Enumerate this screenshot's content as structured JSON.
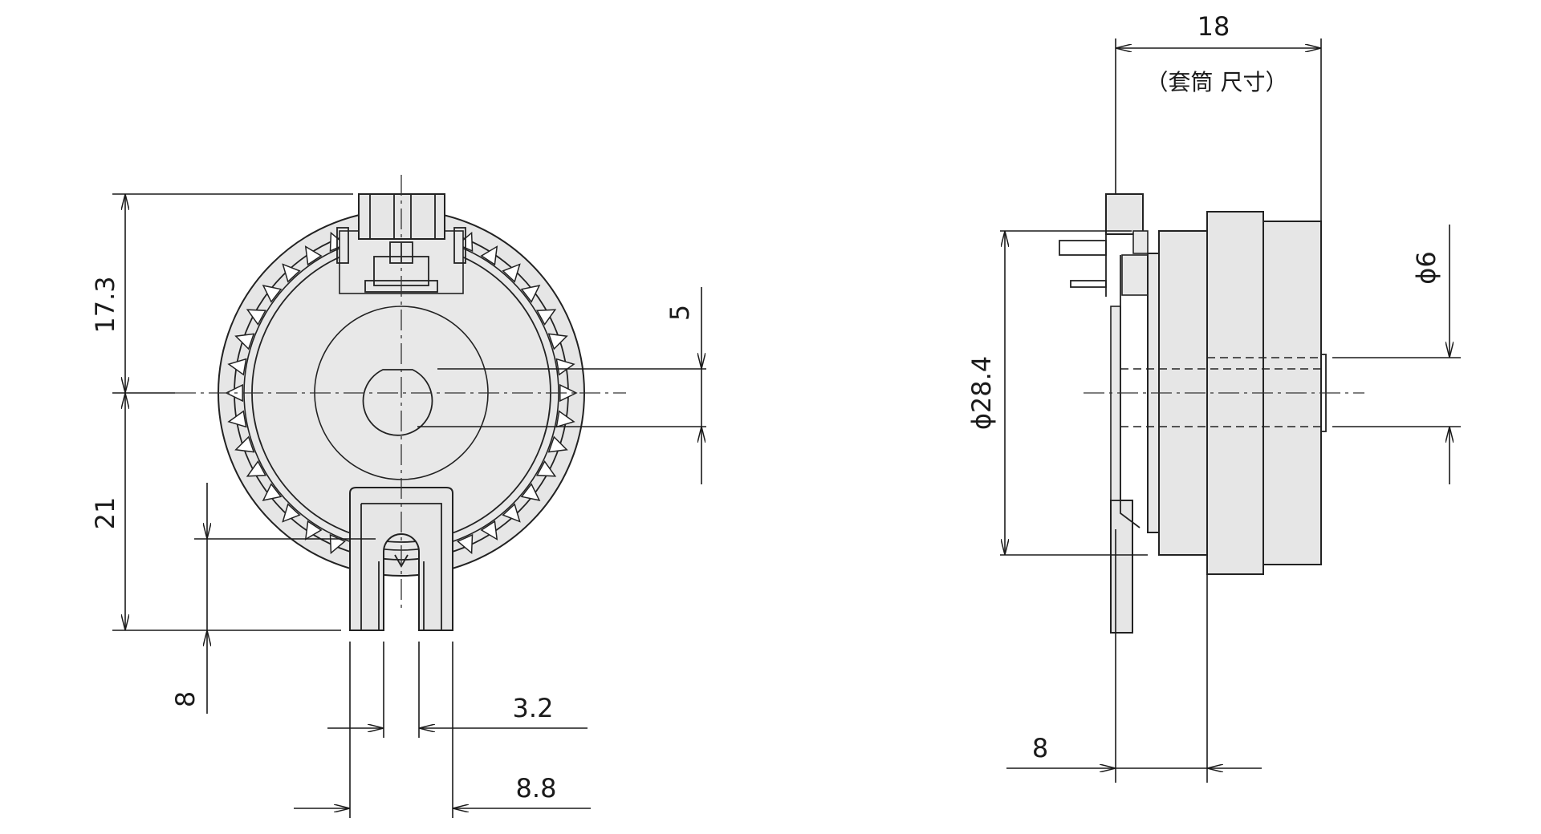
{
  "front_view": {
    "dim_height_top": "17.3",
    "dim_height_bottom": "21",
    "dim_shaft_flat": "5",
    "dim_slot_depth": "8",
    "dim_slot_width": "3.2",
    "dim_terminal_width": "8.8"
  },
  "side_view": {
    "dim_length": "18",
    "dim_length_note": "（套筒 尺寸）",
    "dim_body_diameter": "ϕ28.4",
    "dim_shaft_diameter": "ϕ6",
    "dim_mount_offset": "8"
  },
  "colors": {
    "line": "#1a1a1a",
    "body_fill": "#e6e6e6"
  }
}
